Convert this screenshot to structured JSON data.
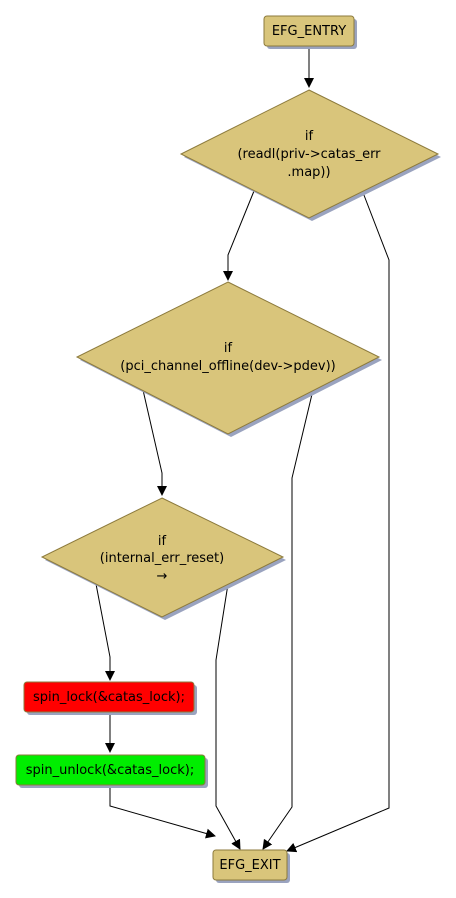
{
  "colors": {
    "node_fill": "#d9c57b",
    "node_stroke": "#8c7a3c",
    "shadow": "#9aa3bf",
    "red": "#ff0000",
    "green": "#00ee00",
    "edge": "#000000"
  },
  "nodes": {
    "entry": {
      "label": "EFG_ENTRY"
    },
    "if1": {
      "line1": "if",
      "line2": "(readl(priv->catas_err",
      "line3": ".map))"
    },
    "if2": {
      "line1": "if",
      "line2": "(pci_channel_offline(dev->pdev))"
    },
    "if3": {
      "line1": "if",
      "line2": "(internal_err_reset)",
      "line3": "→"
    },
    "lock": {
      "label": "spin_lock(&catas_lock);"
    },
    "unlock": {
      "label": "spin_unlock(&catas_lock);"
    },
    "exit": {
      "label": "EFG_EXIT"
    }
  }
}
